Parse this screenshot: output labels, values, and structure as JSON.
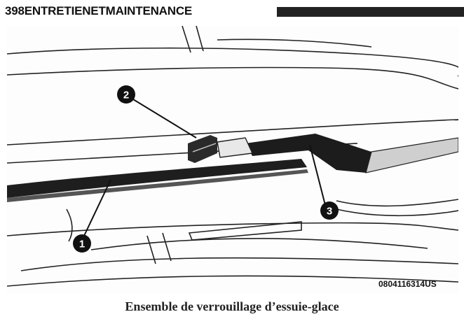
{
  "header": {
    "running_title": "398ENTRETIENETMAINTENANCE"
  },
  "figure": {
    "code": "0804116314US",
    "caption": "Ensemble de verrouillage d’essuie-glace",
    "callouts": [
      "1",
      "2",
      "3"
    ]
  },
  "colors": {
    "ink": "#111111",
    "header_bar": "#222222"
  }
}
